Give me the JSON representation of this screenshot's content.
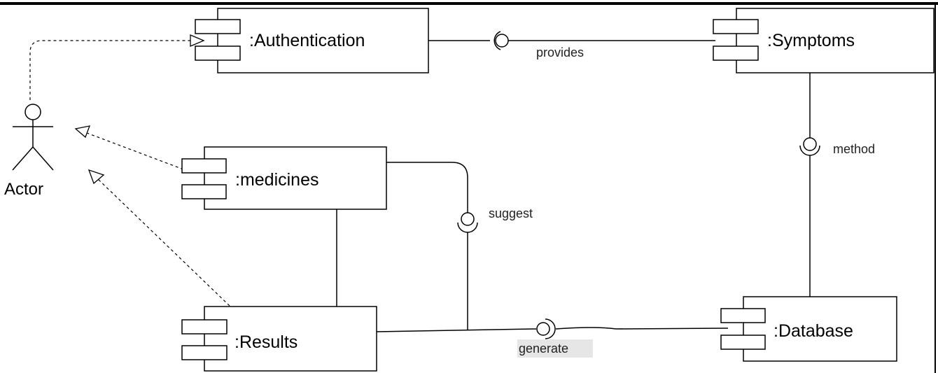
{
  "actor": {
    "label": "Actor"
  },
  "components": {
    "authentication": ":Authentication",
    "symptoms": ":Symptoms",
    "medicines": ":medicines",
    "results": ":Results",
    "database": ":Database"
  },
  "interfaces": {
    "provides": "provides",
    "method": "method",
    "suggest": "suggest",
    "generate": "generate"
  },
  "colors": {
    "line": "#000000",
    "label_highlight": "#e6e6e6"
  }
}
